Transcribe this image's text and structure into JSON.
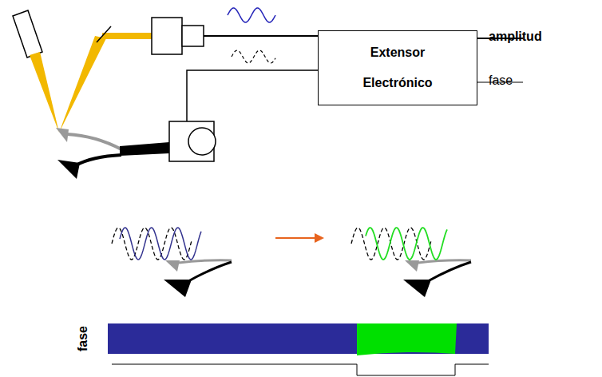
{
  "diagram": {
    "nodes": [
      {
        "text": [
          "Extensor Electrónico"
        ]
      }
    ],
    "labels": [
      "amplitud",
      "fase",
      "fase"
    ]
  }
}
